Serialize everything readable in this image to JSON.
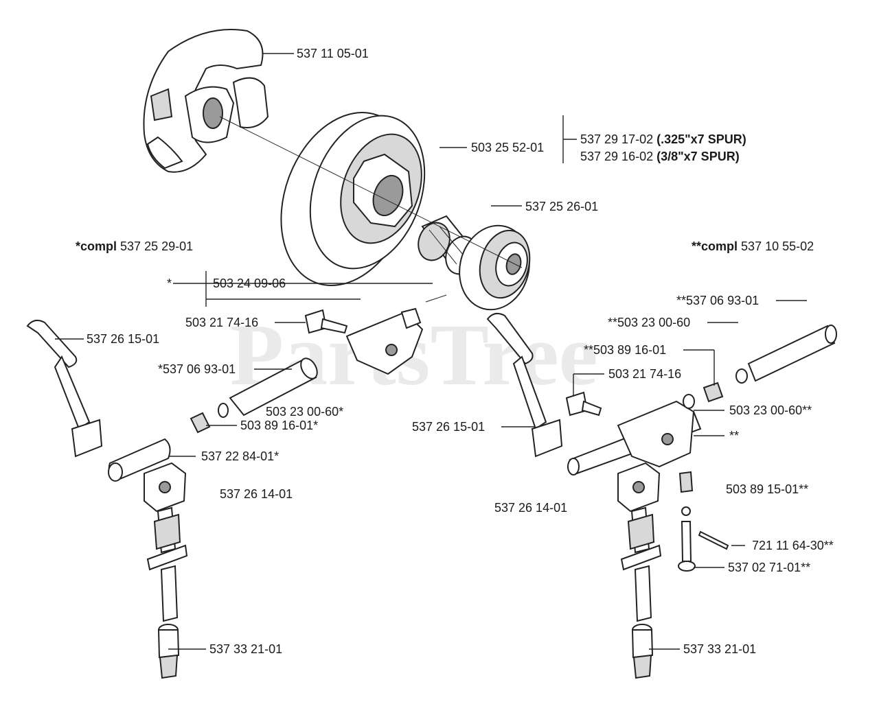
{
  "watermark": "PartsTree",
  "labels": {
    "clutch_shoes": "537 11 05-01",
    "drum_325": "537 29 17-02",
    "drum_325_note": "(.325\"x7 SPUR)",
    "drum_38": "537 29 16-02",
    "drum_38_note": "(3/8\"x7 SPUR)",
    "needle_bearing": "503 25 52-01",
    "sprocket": "537 25 26-01",
    "compl_left_prefix": "*compl",
    "compl_left_num": "537 25 29-01",
    "compl_right_prefix": "**compl",
    "compl_right_num": "537 10 55-02",
    "left_asterisk": "*",
    "left_bracket_part": "503 24 09-06",
    "left_screw": "503 21 74-16",
    "left_lever": "537 26 15-01",
    "left_shaft": "*537 06 93-01",
    "left_washer": "503 23 00-60*",
    "left_spring": "503 89 16-01*",
    "left_sleeve": "537 22 84-01*",
    "left_pivot": "537 26 14-01",
    "left_stud": "537 33 21-01",
    "right_shaft": "**537 06 93-01",
    "right_washer_top": "**503 23 00-60",
    "right_spring_top": "**503 89 16-01",
    "right_screw": "503 21 74-16",
    "right_washer": "503 23 00-60**",
    "right_lever": "537 26 15-01",
    "right_bracket": "**",
    "right_spring": "503 89 15-01**",
    "right_pivot": "537 26 14-01",
    "right_pin": "721 11 64-30**",
    "right_plunger": "537 02 71-01**",
    "right_stud": "537 33 21-01"
  }
}
